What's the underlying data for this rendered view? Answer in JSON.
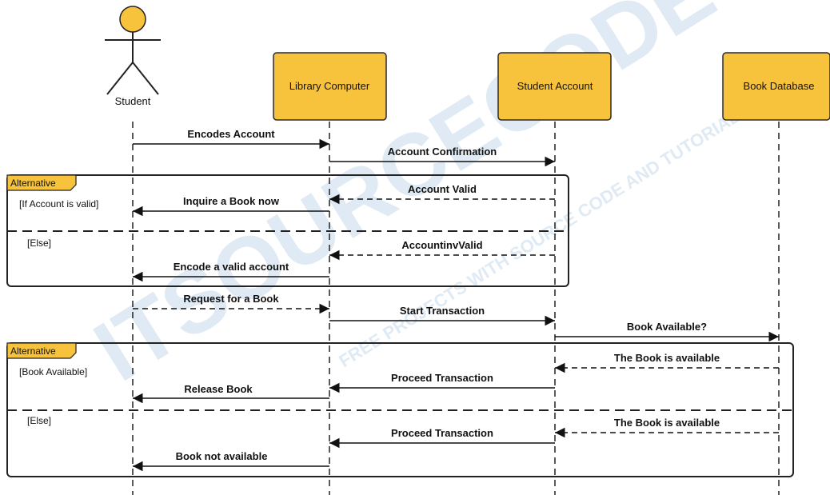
{
  "watermark": {
    "main": "ITSOURCECODE",
    "sub": "FREE PROJECTS WITH SOURCE CODE AND TUTORIALS"
  },
  "actor": {
    "name": "Student"
  },
  "participants": [
    {
      "name": "Library Computer"
    },
    {
      "name": "Student Account"
    },
    {
      "name": "Book Database"
    }
  ],
  "messages": [
    {
      "label": "Encodes Account"
    },
    {
      "label": "Account Confirmation"
    },
    {
      "label": "Account Valid"
    },
    {
      "label": "Inquire a Book now"
    },
    {
      "label": "AccountinvValid"
    },
    {
      "label": "Encode a valid account"
    },
    {
      "label": "Request for a Book"
    },
    {
      "label": "Start Transaction"
    },
    {
      "label": "Book Available?"
    },
    {
      "label": "The Book is available"
    },
    {
      "label": "Proceed Transaction"
    },
    {
      "label": "Release Book"
    },
    {
      "label": "The Book is available"
    },
    {
      "label": "Proceed Transaction"
    },
    {
      "label": "Book not available"
    }
  ],
  "fragments": [
    {
      "tag": "Alternative",
      "guard_if": "[If Account is valid]",
      "guard_else": "[Else]"
    },
    {
      "tag": "Alternative",
      "guard_if": "[Book Available]",
      "guard_else": "[Else]"
    }
  ],
  "colors": {
    "participant_fill": "#f8c33c",
    "participant_border": "#2b2b2b",
    "frame_tag_fill": "#f8c33c",
    "line": "#111111",
    "watermark": "#dce8f3"
  }
}
